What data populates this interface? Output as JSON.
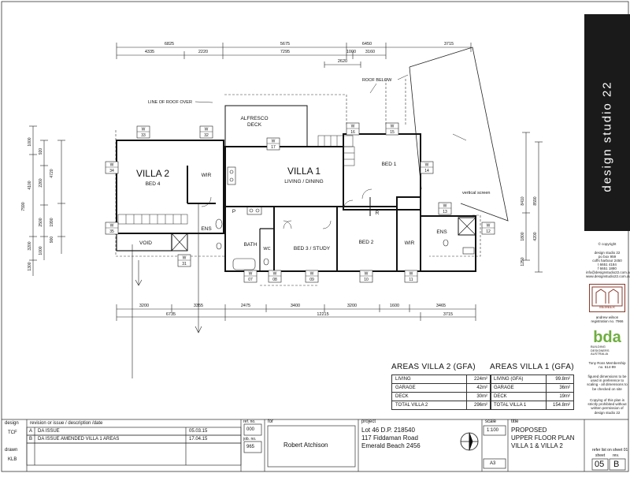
{
  "dimensions": {
    "top_overall": [
      "6825",
      "5675",
      "6450",
      "3715"
    ],
    "top_detail": [
      "4335",
      "2220",
      "7295",
      "1000",
      "3160"
    ],
    "top_inner": "2620",
    "bottom_detail": [
      "3200",
      "3355",
      "2475",
      "3400",
      "3200",
      "1600",
      "3465"
    ],
    "bottom_overall": [
      "6735",
      "12215",
      "3715"
    ],
    "left_outer": [
      "1000",
      "4100",
      "7590",
      "3200",
      "1300"
    ],
    "left_inner": [
      "920",
      "2260",
      "4720",
      "2500",
      "1000",
      "1990",
      "900"
    ],
    "right": [
      "8410",
      "8590",
      "1800",
      "4200",
      "1250"
    ]
  },
  "plan_labels": {
    "roof_below": "ROOF BELOW",
    "roof_over": "LINE OF ROOF OVER",
    "alfresco": "ALFRESCO",
    "deck": "DECK",
    "villa1": "VILLA 1",
    "living_dining": "LIVING / DINING",
    "villa2": "VILLA 2",
    "bed4": "BED 4",
    "wir": "WIR",
    "wir2": "WIR",
    "bed1": "BED 1",
    "bed2": "BED 2",
    "bed3": "BED 3 / STUDY",
    "bath": "BATH",
    "ens": "ENS",
    "ens2": "ENS",
    "wc": "WC",
    "void": "VOID",
    "p": "P",
    "r": "R",
    "vertical_screen": "vertical screen"
  },
  "window_tags": {
    "prefix": "W",
    "numbers": [
      "33",
      "32",
      "17",
      "16",
      "15",
      "14",
      "34",
      "35",
      "13",
      "12",
      "31",
      "07",
      "08",
      "09",
      "10",
      "11"
    ]
  },
  "areas_villa2": {
    "title": "AREAS VILLA 2 (GFA)",
    "rows": [
      {
        "label": "LIVING",
        "value": "224m²"
      },
      {
        "label": "GARAGE",
        "value": "42m²"
      },
      {
        "label": "DECK",
        "value": "30m²"
      },
      {
        "label": "TOTAL VILLA 2",
        "value": "296m²"
      }
    ]
  },
  "areas_villa1": {
    "title": "AREAS VILLA 1 (GFA)",
    "rows": [
      {
        "label": "LIVING (GFA)",
        "value": "99.8m²"
      },
      {
        "label": "GARAGE",
        "value": "36m²"
      },
      {
        "label": "DECK",
        "value": "19m²"
      },
      {
        "label": "TOTAL VILLA 1",
        "value": "154.8m²"
      }
    ]
  },
  "title_block": {
    "design_label": "design",
    "design_value": "TCF",
    "drawn_label": "drawn",
    "drawn_value": "KLB",
    "revision_header": "revision or issue / description /date",
    "revisions": [
      {
        "rev": "A",
        "desc": "DA ISSUE",
        "date": "05.03.15"
      },
      {
        "rev": "B",
        "desc": "DA ISSUE AMENDED VILLA 1 AREAS",
        "date": "17.04.15"
      }
    ],
    "ref_label": "ref. no.",
    "ref_value": "000",
    "job_label": "job. no.",
    "job_value": "965",
    "for_label": "for",
    "client": "Robert Atchison",
    "project_label": "project",
    "project_lines": [
      "Lot 46   D.P. 218540",
      "117 Fiddaman Road",
      "Emerald Beach 2456"
    ],
    "scale_label": "scale",
    "scale_value": "1:100",
    "paper": "A3",
    "title_label": "title",
    "title_lines": [
      "PROPOSED",
      "UPPER FLOOR PLAN",
      "VILLA 1 & VILLA 2"
    ],
    "sheet_label": "sheet",
    "rev_label": "rev.",
    "sheet_value": "05",
    "rev_value": "B",
    "refer_note": "refer list on sheet 01"
  },
  "sidebar": {
    "brand": "design studio 22",
    "copyright": "© copyright",
    "contact": [
      "design studio 22",
      "po box 959",
      "coffs harbour 2450",
      "t  6651 4184",
      "f  6651 1880",
      "info@designstudio22.com.au",
      "www.designstudio22.com.au"
    ],
    "member_text": "MEMBER",
    "person": "andrew wilson",
    "registration": "registration no. 7966",
    "bdn_logo": "bda",
    "bdn_text": "BUILDING DESIGNERS AUSTRALIA",
    "membership": "Tony Ross  Membership no. 614-99",
    "notes": [
      "figured dimensions to be used in preference to scaling - all dimensions to be checked on site",
      "Copying of this plan is strictly prohibited without written permission of design studio 22"
    ]
  },
  "colors": {
    "ink": "#111111",
    "brand_band": "#1a1a1a",
    "logo_red": "#8a3a2c",
    "logo_green": "#6fae3f"
  }
}
